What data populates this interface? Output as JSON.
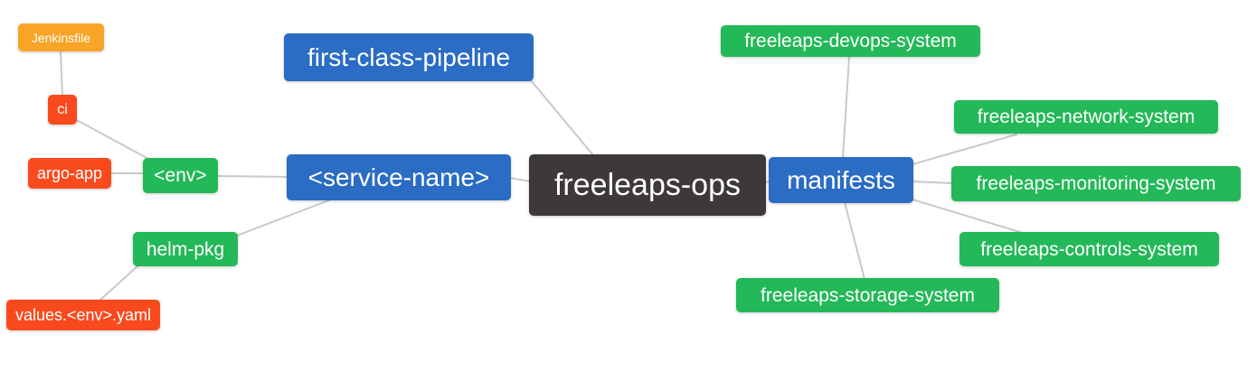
{
  "diagram": {
    "type": "mindmap",
    "root_label": "freeleaps-ops"
  },
  "colors": {
    "root_node": "#3d3938",
    "branch_node": "#2b6cc4",
    "green_leaf": "#23b858",
    "red_leaf": "#f94a1e",
    "orange_leaf": "#f8a427",
    "edge": "#c9c9c9",
    "node_text": "#ffffff",
    "background": "#ffffff"
  },
  "nodes": {
    "root": {
      "label": "freeleaps-ops"
    },
    "first_class_pipeline": {
      "label": "first-class-pipeline"
    },
    "service_name": {
      "label": "<service-name>"
    },
    "manifests": {
      "label": "manifests"
    },
    "env": {
      "label": "<env>"
    },
    "helm_pkg": {
      "label": "helm-pkg"
    },
    "ci": {
      "label": "ci"
    },
    "jenkinsfile": {
      "label": "Jenkinsfile"
    },
    "argo_app": {
      "label": "argo-app"
    },
    "values_env_yaml": {
      "label": "values.<env>.yaml"
    },
    "devops_system": {
      "label": "freeleaps-devops-system"
    },
    "network_system": {
      "label": "freeleaps-network-system"
    },
    "monitoring_system": {
      "label": "freeleaps-monitoring-system"
    },
    "controls_system": {
      "label": "freeleaps-controls-system"
    },
    "storage_system": {
      "label": "freeleaps-storage-system"
    }
  },
  "edges": [
    {
      "from": "jenkinsfile",
      "to": "ci"
    },
    {
      "from": "ci",
      "to": "env"
    },
    {
      "from": "argo_app",
      "to": "env"
    },
    {
      "from": "env",
      "to": "service_name"
    },
    {
      "from": "helm_pkg",
      "to": "service_name"
    },
    {
      "from": "values_env_yaml",
      "to": "helm_pkg"
    },
    {
      "from": "first_class_pipeline",
      "to": "root"
    },
    {
      "from": "service_name",
      "to": "root"
    },
    {
      "from": "root",
      "to": "manifests"
    },
    {
      "from": "manifests",
      "to": "devops_system"
    },
    {
      "from": "manifests",
      "to": "network_system"
    },
    {
      "from": "manifests",
      "to": "monitoring_system"
    },
    {
      "from": "manifests",
      "to": "controls_system"
    },
    {
      "from": "manifests",
      "to": "storage_system"
    }
  ]
}
